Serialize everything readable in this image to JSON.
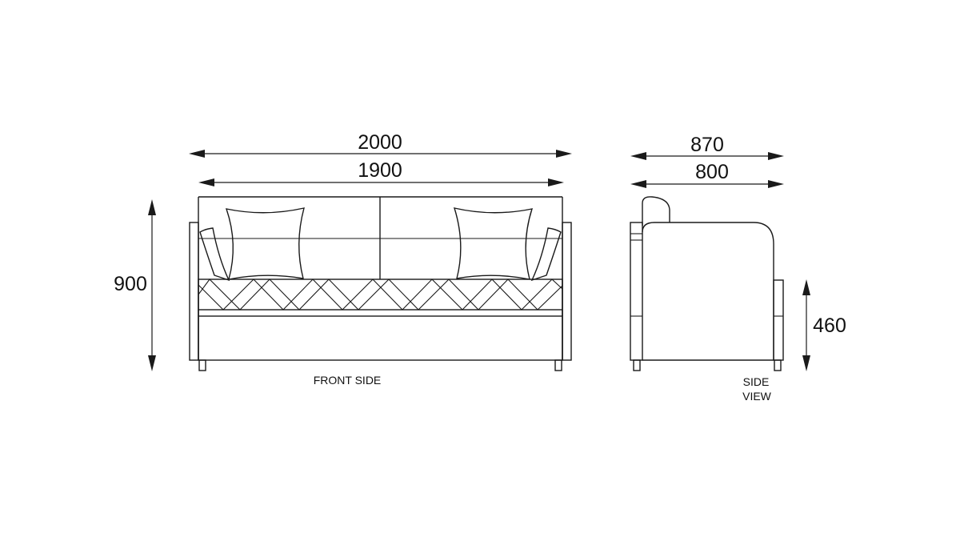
{
  "dimensions": {
    "front_overall_width": "2000",
    "front_inner_width": "1900",
    "front_height": "900",
    "side_overall_depth": "870",
    "side_inner_depth": "800",
    "side_seat_height": "460"
  },
  "captions": {
    "front": "FRONT SIDE",
    "side_line1": "SIDE",
    "side_line2": "VIEW"
  },
  "colors": {
    "line": "#1a1a1a",
    "background": "#ffffff"
  }
}
